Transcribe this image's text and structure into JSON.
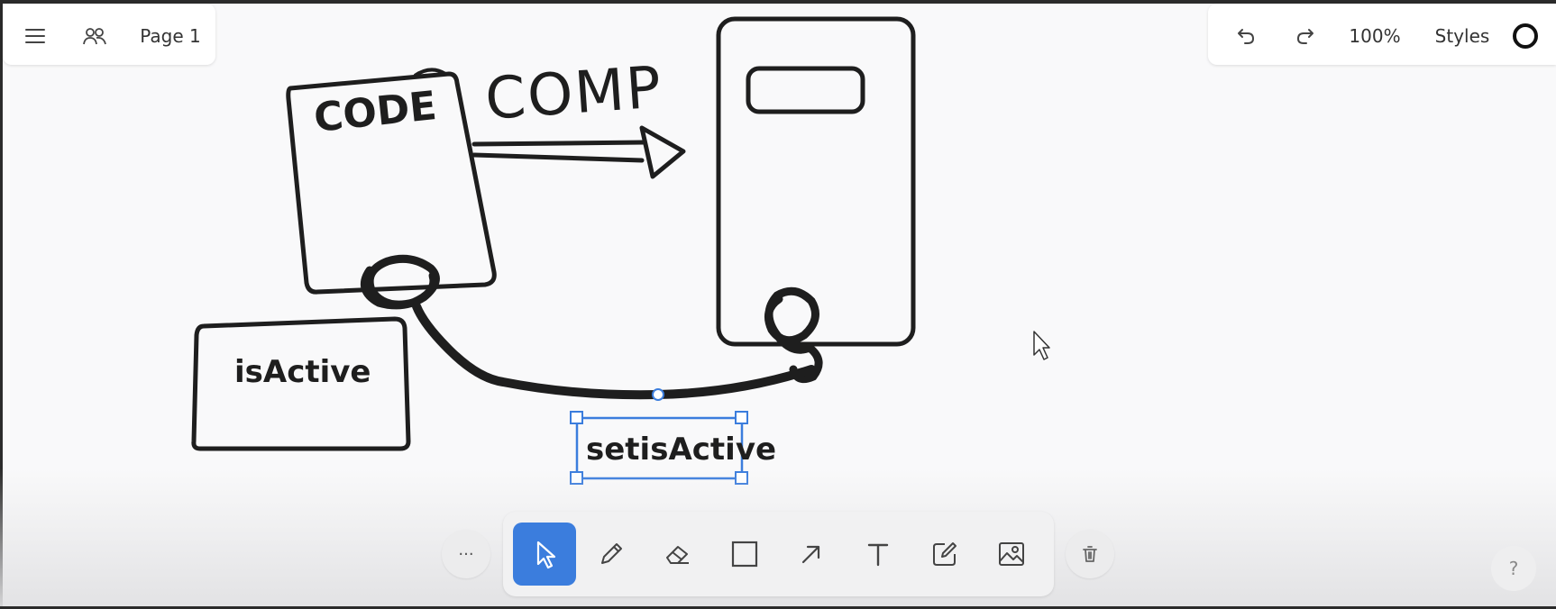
{
  "top_bar": {
    "page_name": "Page 1",
    "zoom": "100%",
    "styles_label": "Styles"
  },
  "canvas": {
    "code_label": "CODE",
    "comp_label": "COMP",
    "is_active_label": "isActive",
    "set_is_active_label": "setisActive"
  },
  "toolbar": {
    "more_label": "···",
    "tools": [
      "select",
      "draw",
      "eraser",
      "rectangle",
      "arrow",
      "text",
      "note",
      "image"
    ],
    "active_tool": "select"
  },
  "help_label": "?",
  "colors": {
    "accent": "#3b7ddd",
    "ink": "#1e1e1e",
    "background": "#f9f9fa"
  }
}
